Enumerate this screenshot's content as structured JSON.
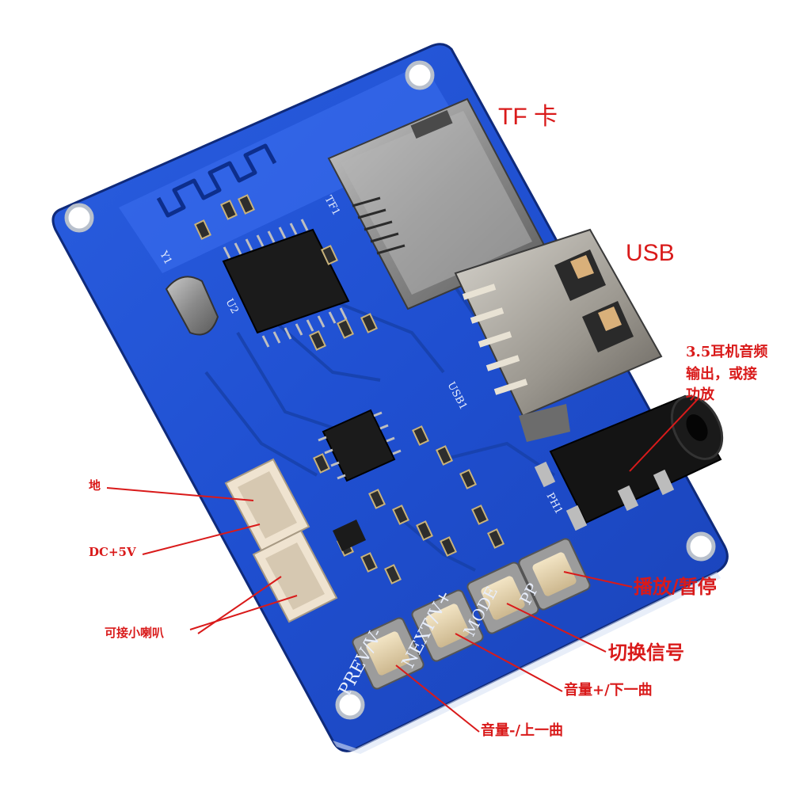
{
  "labels": {
    "tf_card": "TF 卡",
    "usb": "USB",
    "audio_out_line1": "3.5耳机音频",
    "audio_out_line2": "输出，或接",
    "audio_out_line3": "功放",
    "ground": "地",
    "dc5v": "DC+5V",
    "speaker": "可接小喇叭",
    "play_pause": "播放/暂停",
    "switch_signal": "切换信号",
    "vol_up_next": "音量+/下一曲",
    "vol_down_prev": "音量-/上一曲"
  },
  "silkscreen": {
    "prev": "PREV/V-",
    "next": "NEXT/V+",
    "mode": "MODE",
    "pp": "PP",
    "tf": "TF1",
    "usb": "USB1",
    "u2": "U2",
    "phone": "PH1",
    "crystal": "Y1"
  },
  "colors": {
    "board": "#1f4fd0",
    "annotation": "#d91a1a",
    "silk": "#e8eefc"
  }
}
